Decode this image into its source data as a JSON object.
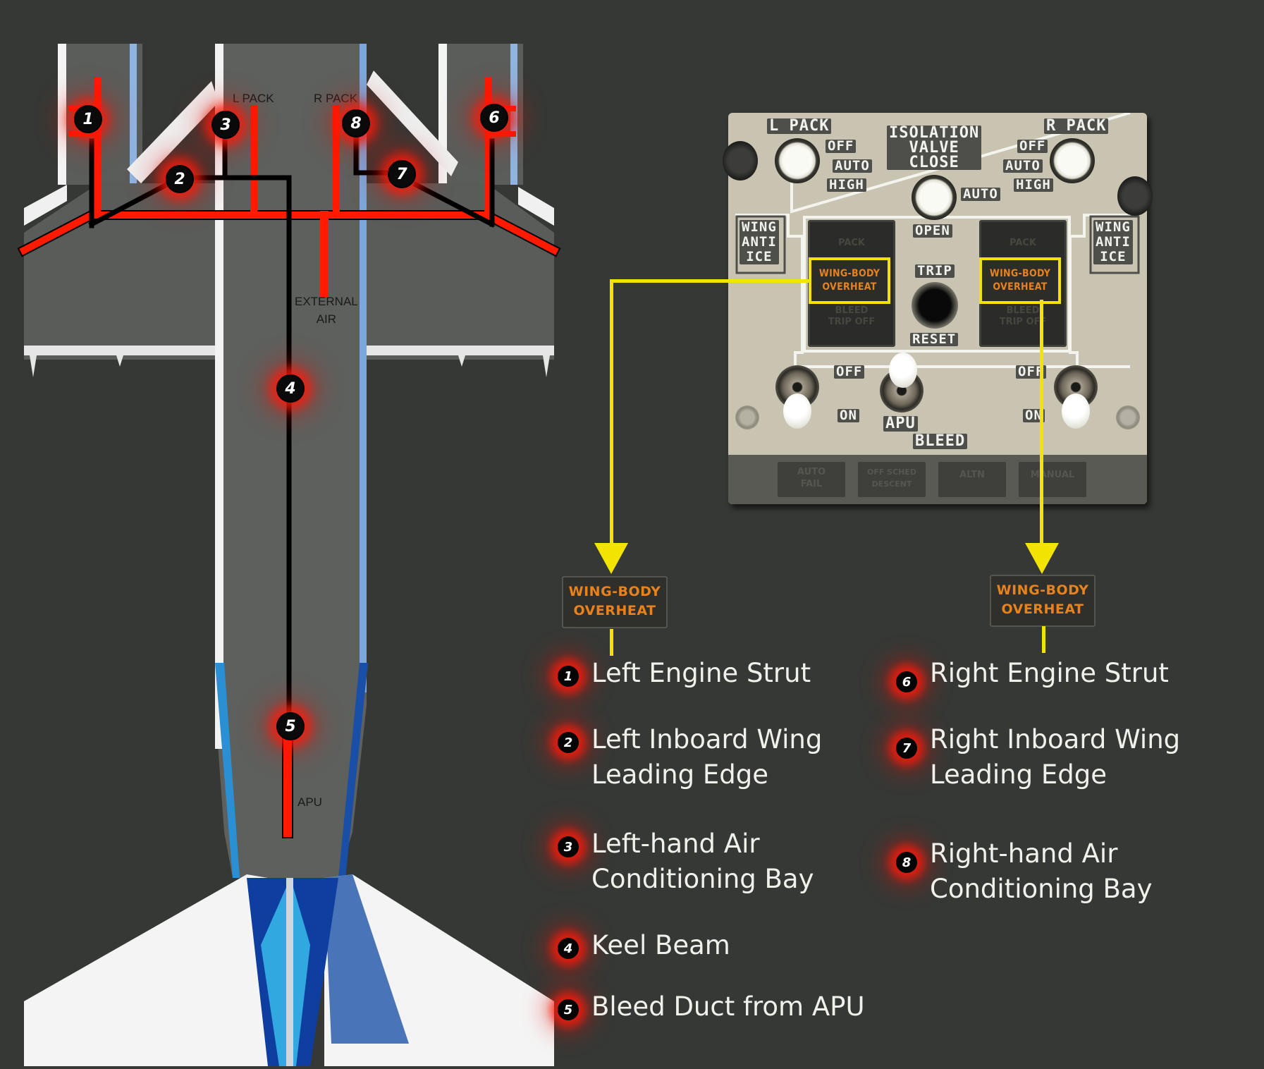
{
  "diagram": {
    "title": "Wing-Body Overheat Detection Zones",
    "duct_labels": {
      "l_pack": "L PACK",
      "r_pack": "R PACK",
      "external_air": "EXTERNAL\nAIR",
      "apu": "APU"
    },
    "markers": [
      "1",
      "2",
      "3",
      "4",
      "5",
      "6",
      "7",
      "8"
    ],
    "colors": {
      "background": "#363835",
      "duct_red": "#ff1a00",
      "duct_black": "#000000",
      "callout_yellow": "#f3e400",
      "warning_amber": "#e8821c",
      "panel": "#c9c3b1"
    }
  },
  "panel": {
    "l_pack_label": "L PACK",
    "r_pack_label": "R PACK",
    "isolation_valve_label": "ISOLATION\nVALVE\nCLOSE",
    "pack_positions": [
      "OFF",
      "AUTO",
      "HIGH"
    ],
    "isolation_auto": "AUTO",
    "isolation_open": "OPEN",
    "wing_anti_ice": "WING\nANTI\nICE",
    "trip": "TRIP",
    "reset": "RESET",
    "annunciator_pack": "PACK",
    "annunciator_wbo_line1": "WING-BODY",
    "annunciator_wbo_line2": "OVERHEAT",
    "annunciator_bleed_trip_off": "BLEED\nTRIP OFF",
    "bleed_off": "OFF",
    "bleed_on": "ON",
    "apu_label": "APU",
    "bleed_label": "BLEED",
    "bottom_annunciators": [
      "AUTO\nFAIL",
      "OFF SCHED\nDESCENT",
      "ALTN",
      "MANUAL"
    ]
  },
  "legend": {
    "left_warning": {
      "line1": "WING-BODY",
      "line2": "OVERHEAT"
    },
    "right_warning": {
      "line1": "WING-BODY",
      "line2": "OVERHEAT"
    },
    "left_items": [
      {
        "num": "1",
        "text": "Left Engine Strut"
      },
      {
        "num": "2",
        "text": "Left Inboard Wing\nLeading Edge"
      },
      {
        "num": "3",
        "text": "Left-hand Air\nConditioning Bay"
      },
      {
        "num": "4",
        "text": "Keel Beam"
      },
      {
        "num": "5",
        "text": "Bleed Duct from APU"
      }
    ],
    "right_items": [
      {
        "num": "6",
        "text": "Right Engine Strut"
      },
      {
        "num": "7",
        "text": "Right Inboard Wing\nLeading Edge"
      },
      {
        "num": "8",
        "text": "Right-hand Air\nConditioning Bay"
      }
    ]
  }
}
